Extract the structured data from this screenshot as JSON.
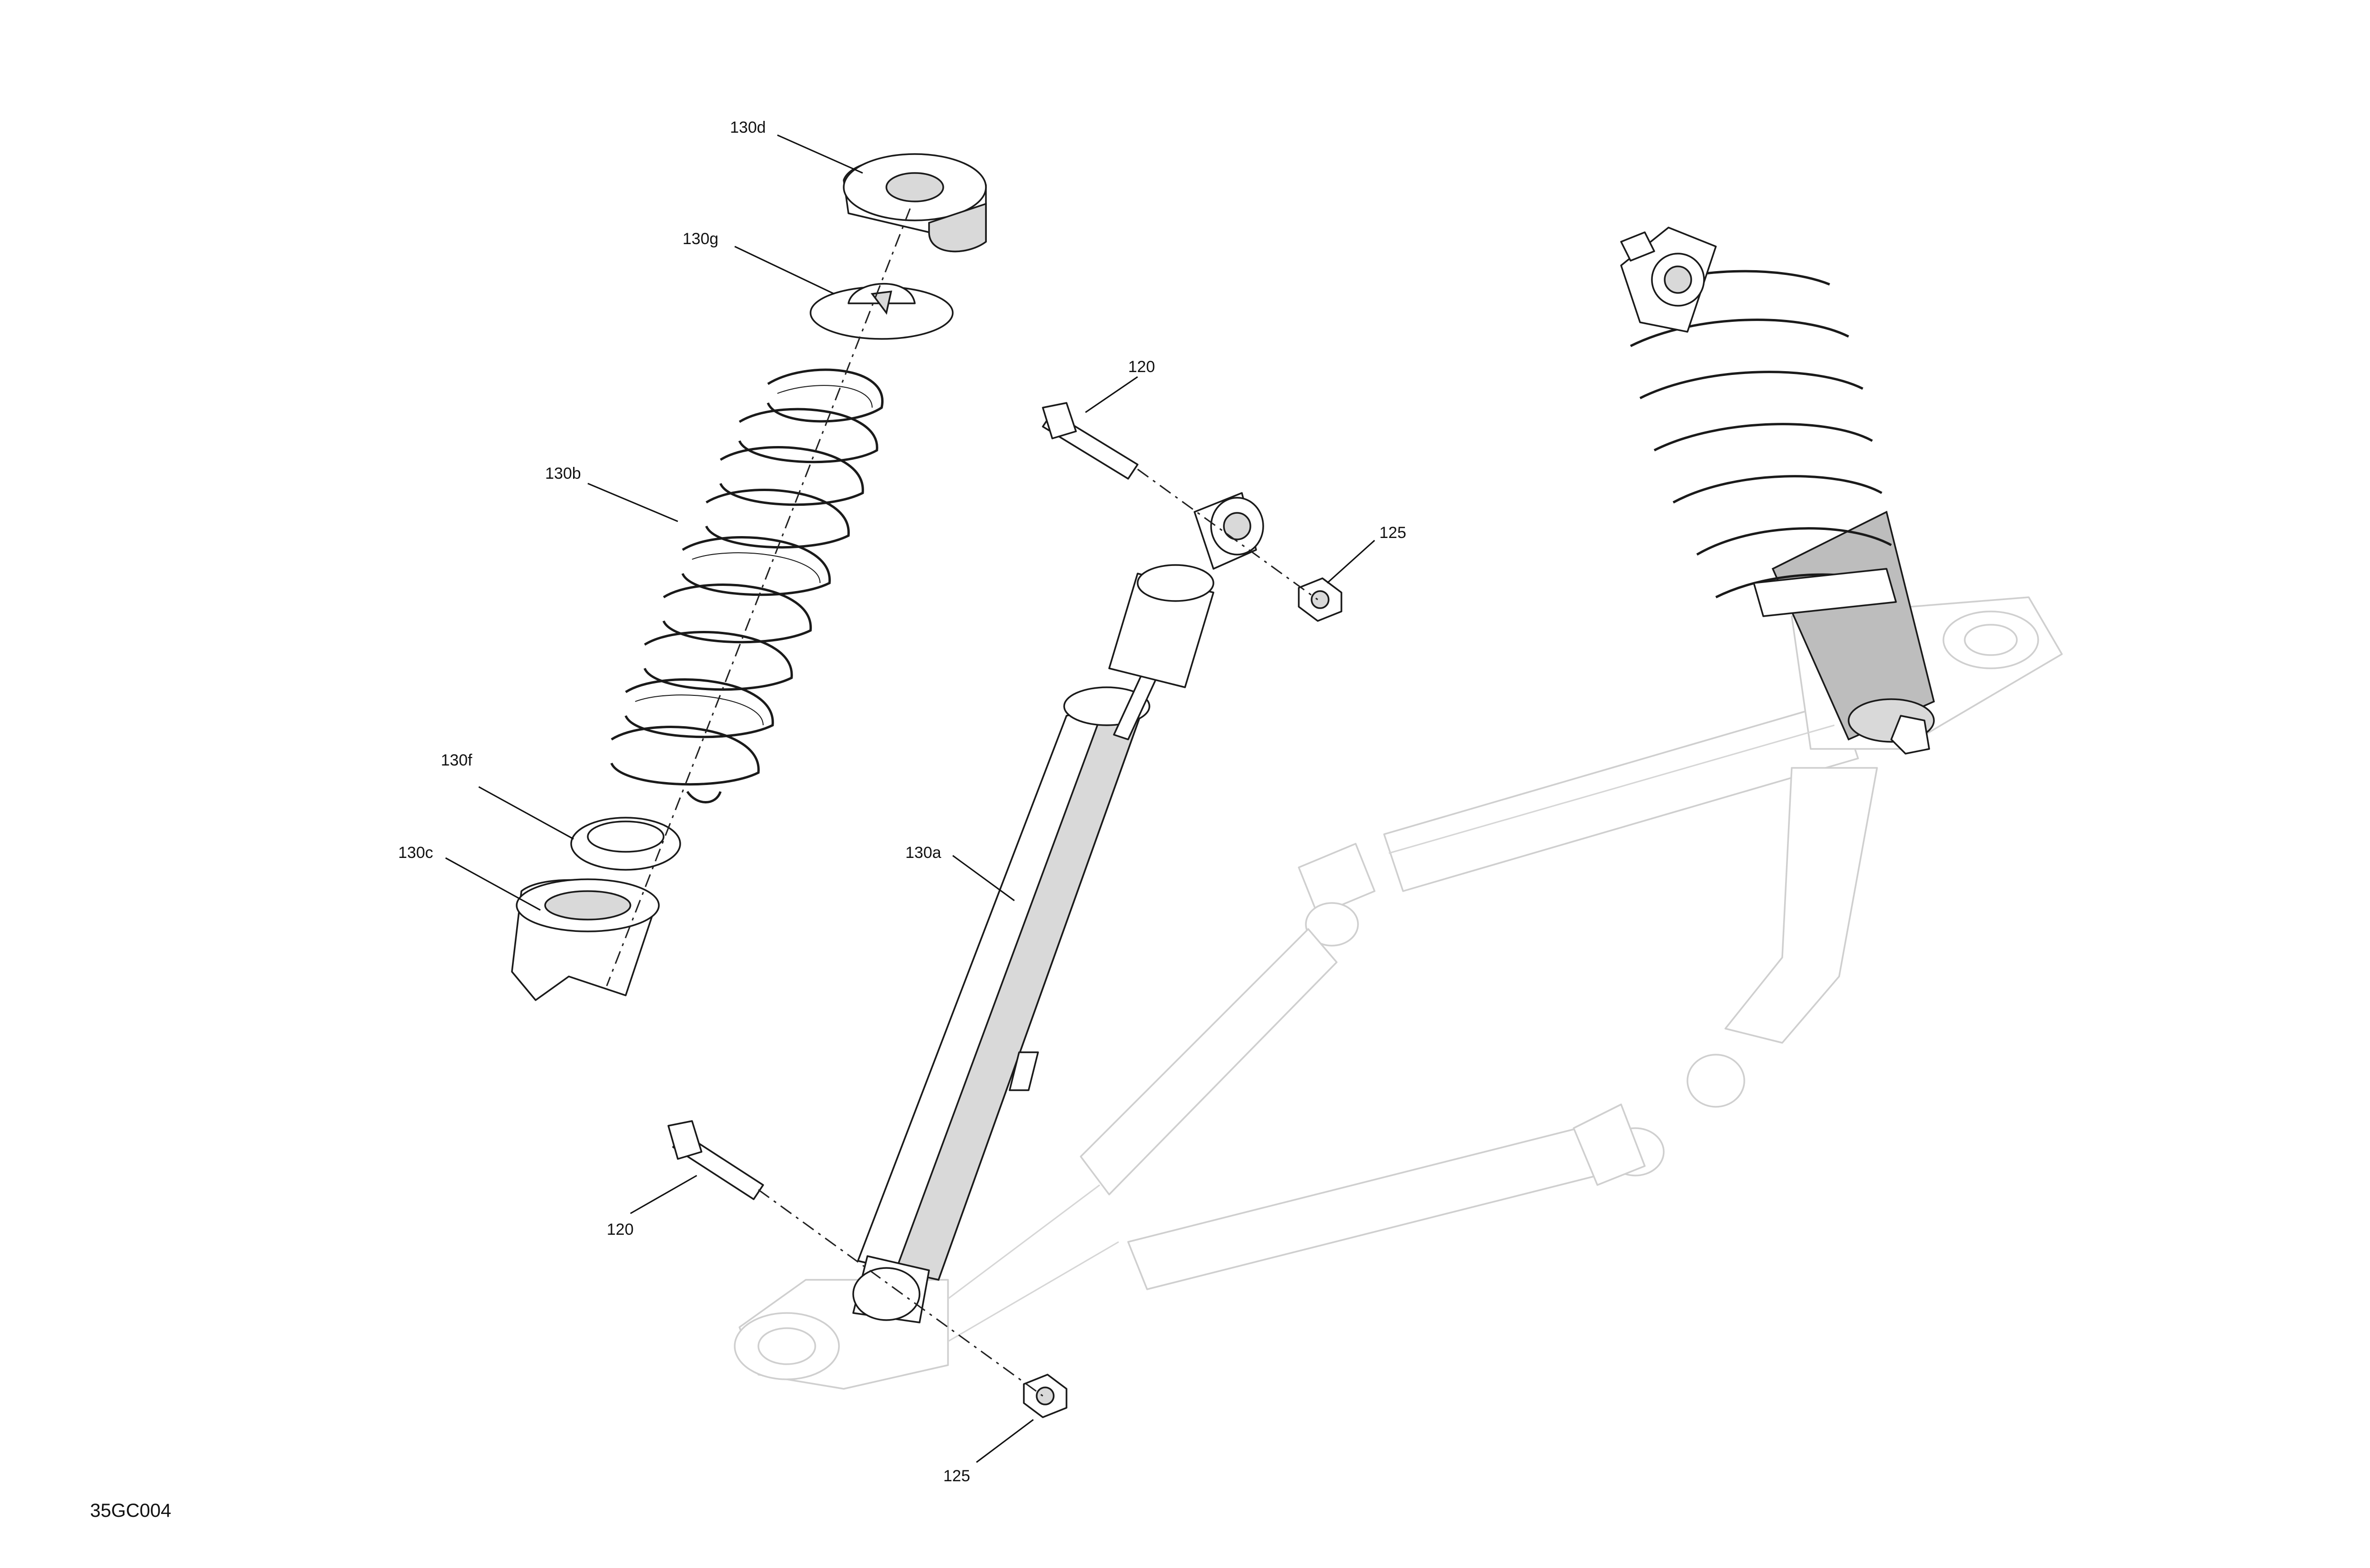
{
  "diagram": {
    "code": "35GC004",
    "callouts": {
      "c130d": "130d",
      "c130g": "130g",
      "c130b": "130b",
      "c130f": "130f",
      "c130c": "130c",
      "c130a": "130a",
      "c120_top": "120",
      "c125_top": "125",
      "c120_bottom": "120",
      "c125_bottom": "125"
    }
  }
}
